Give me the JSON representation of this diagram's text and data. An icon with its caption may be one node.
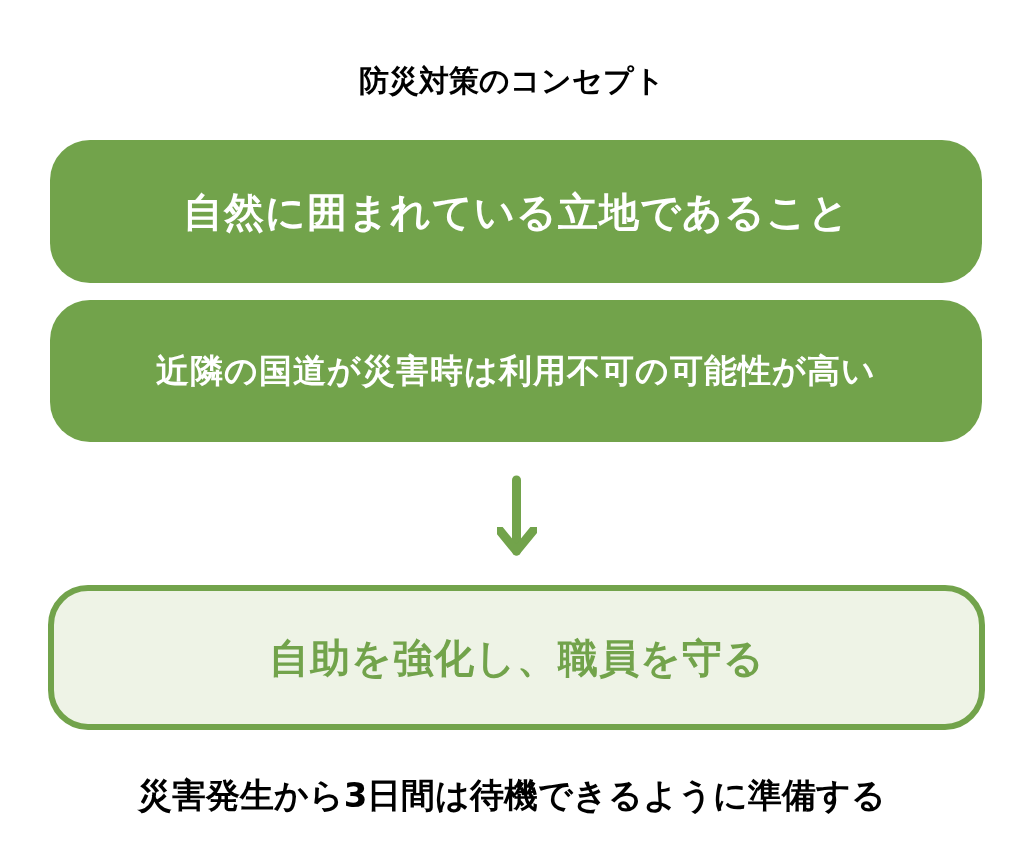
{
  "diagram": {
    "title": "防災対策のコンセプト",
    "nodes": [
      {
        "text": [
          "自然に囲まれている立地であること"
        ]
      },
      {
        "text": [
          "近隣の国道が災害時は利用不可の可能性が高い"
        ]
      },
      {
        "text": [
          "自助を強化し、職員を守る"
        ]
      }
    ],
    "edges": [
      {
        "from": 1,
        "to": 2,
        "arrow": "to"
      }
    ],
    "caption": "災害発生から3日間は待機できるように準備する"
  }
}
